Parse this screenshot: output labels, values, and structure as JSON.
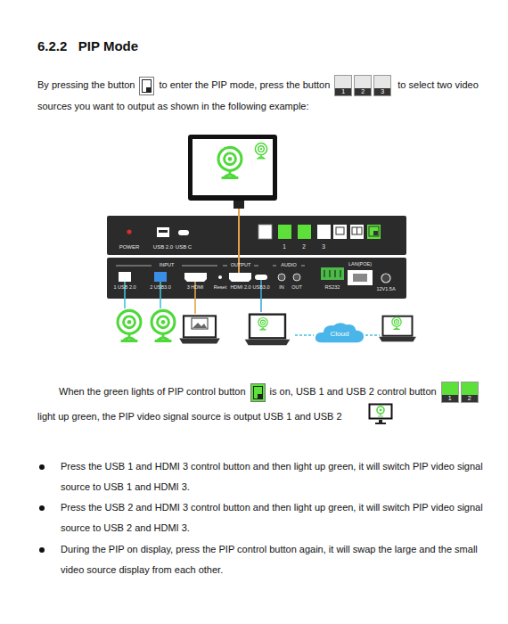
{
  "diagram": {
    "title": "6.2.2   PIP Mode",
    "nodes": [
      {
        "text": [
          "Cloud"
        ]
      }
    ],
    "labels": [
      "By pressing the button",
      "to enter the PIP mode, press the button",
      "1",
      "2",
      "3",
      "to select two video sources you want to output as shown in the following example:",
      "POWER",
      "USB 2.0",
      "USB C",
      "1",
      "2",
      "3",
      "INPUT",
      "OUTPUT",
      "AUDIO",
      "1 USB 2.0",
      "2 USB3.0",
      "3 HDMI",
      "Reset",
      "HDMI 2.0",
      "USB3.0",
      "IN",
      "OUT",
      "RS232",
      "LAN(POE)",
      "12V1.5A",
      "When the green lights of PIP control button",
      "is on, USB 1 and USB 2 control button",
      "1",
      "2",
      "light up green, the PIP video signal source is output USB 1 and USB 2",
      "Press the USB 1 and HDMI 3 control button and then light up green, it will switch PIP video signal source to USB 1 and HDMI 3.",
      "Press the USB 2 and HDMI 3 control button and then light up green, it will switch PIP video signal source to USB 2 and HDMI 3.",
      "During the PIP on display, press the PIP control button again, it will swap the large and the small video source display from each other."
    ]
  }
}
